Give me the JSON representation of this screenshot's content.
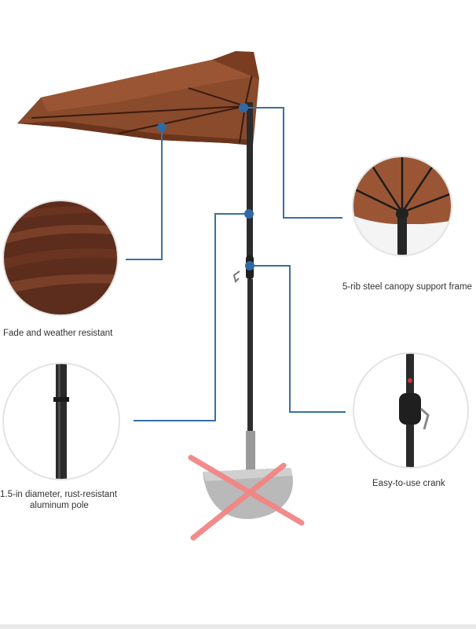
{
  "colors": {
    "canopy": "#8a4a2c",
    "canopy_dark": "#5e2e19",
    "pole": "#2b2b2b",
    "callout_line": "#3a6ea5",
    "callout_dot": "#2f6aa6",
    "base": "#b9b9b9",
    "strike": "#f28585"
  },
  "features": [
    {
      "id": "fabric",
      "caption": "Fade and weather resistant"
    },
    {
      "id": "ribs",
      "caption": "5-rib steel canopy support frame"
    },
    {
      "id": "pole",
      "caption_line1": "1.5-in diameter, rust-resistant",
      "caption_line2": "aluminum pole"
    },
    {
      "id": "crank",
      "caption": "Easy-to-use crank"
    }
  ],
  "base_crossed_out": true
}
